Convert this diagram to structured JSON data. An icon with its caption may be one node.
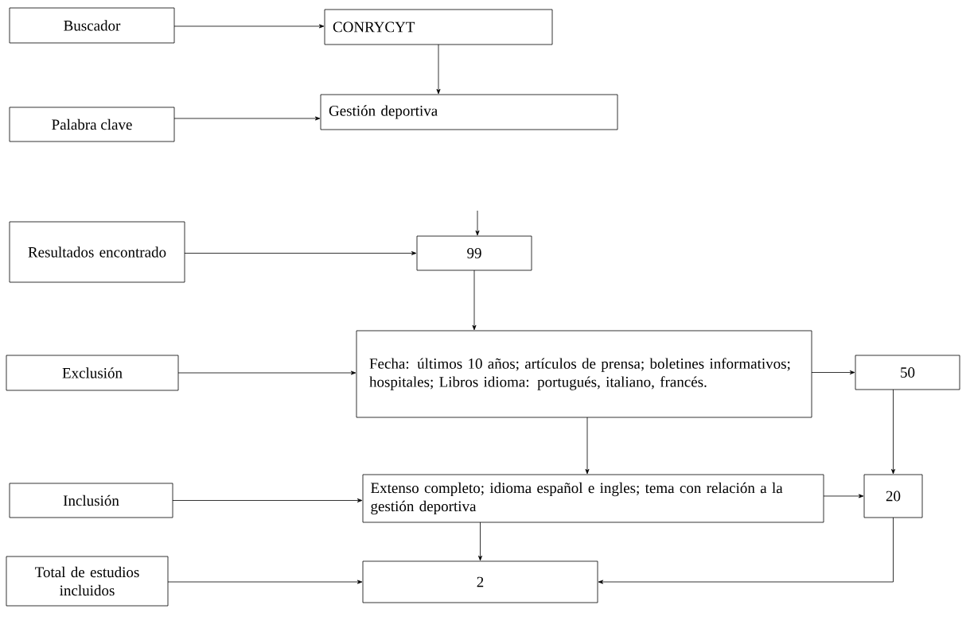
{
  "diagram": {
    "nodes": [
      {
        "text": [
          "Buscador"
        ]
      },
      {
        "text": [
          "CONRYCYT"
        ]
      },
      {
        "text": [
          "Palabra clave"
        ]
      },
      {
        "text": [
          "Gestión deportiva"
        ]
      },
      {
        "text": [
          "Resultados encontrado"
        ]
      },
      {
        "text": [
          "99"
        ]
      },
      {
        "text": [
          "Exclusión"
        ]
      },
      {
        "text": [
          "Fecha: últimos 10 años; artículos de prensa; boletines informativos; hospitales; Libros idioma: portugués, italiano, francés."
        ]
      },
      {
        "text": [
          "50"
        ]
      },
      {
        "text": [
          "Inclusión"
        ]
      },
      {
        "text": [
          "Extenso completo; idioma español e ingles; tema con relación a la gestión deportiva"
        ]
      },
      {
        "text": [
          "20"
        ]
      },
      {
        "text": [
          "Total de estudios incluidos"
        ]
      },
      {
        "text": [
          "2"
        ]
      }
    ],
    "edges": [
      {
        "from": 0,
        "to": 1,
        "arrow": "to"
      },
      {
        "from": 1,
        "to": 3,
        "arrow": "to"
      },
      {
        "from": 2,
        "to": 3,
        "arrow": "to"
      },
      {
        "from": null,
        "to": 5,
        "arrow": "to"
      },
      {
        "from": 4,
        "to": 5,
        "arrow": "to"
      },
      {
        "from": 5,
        "to": 7,
        "arrow": "to"
      },
      {
        "from": 6,
        "to": 7,
        "arrow": "to"
      },
      {
        "from": 7,
        "to": 8,
        "arrow": "to"
      },
      {
        "from": 7,
        "to": 10,
        "arrow": "to"
      },
      {
        "from": 8,
        "to": 11,
        "arrow": "to"
      },
      {
        "from": 9,
        "to": 10,
        "arrow": "to"
      },
      {
        "from": 10,
        "to": 11,
        "arrow": "to"
      },
      {
        "from": 10,
        "to": 13,
        "arrow": "to"
      },
      {
        "from": 12,
        "to": 13,
        "arrow": "to"
      },
      {
        "from": 11,
        "to": 13,
        "arrow": "to"
      }
    ]
  }
}
